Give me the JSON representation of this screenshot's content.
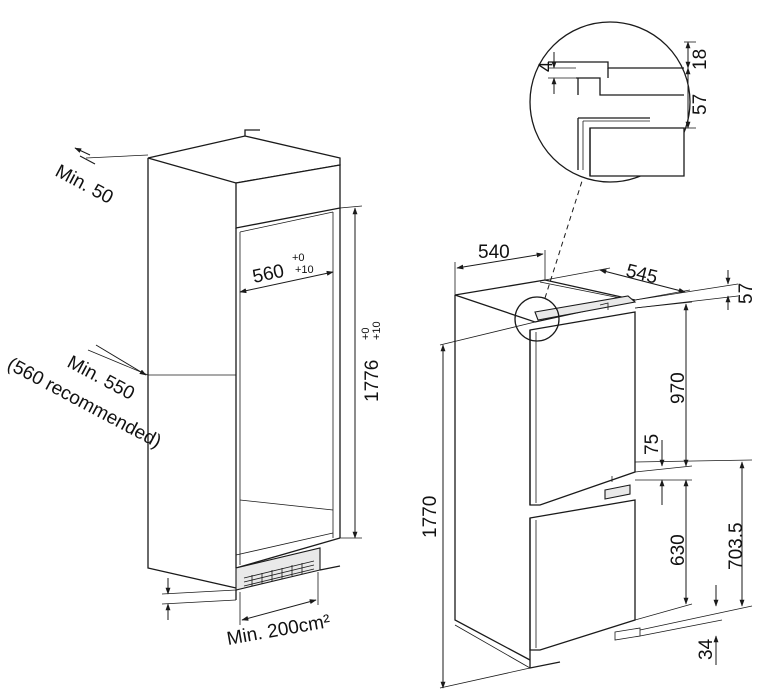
{
  "left_view": {
    "min_50": "Min. 50",
    "width_value": "560",
    "width_tol_upper": "+0",
    "width_tol_lower": "+10",
    "height_value": "1776",
    "height_tol_upper": "+0",
    "height_tol_lower": "+10",
    "depth_min": "Min. 550",
    "depth_recommended": "(560 recommended)",
    "vent_area": "Min. 200cm²"
  },
  "right_view": {
    "width": "540",
    "depth": "545",
    "top_offset": "57",
    "total_height": "1770",
    "upper_door": "970",
    "gap": "75",
    "lower_door": "630",
    "lower_section": "703.5",
    "foot": "34"
  },
  "detail": {
    "gap_4": "4",
    "d_18": "18",
    "d_57": "57"
  }
}
